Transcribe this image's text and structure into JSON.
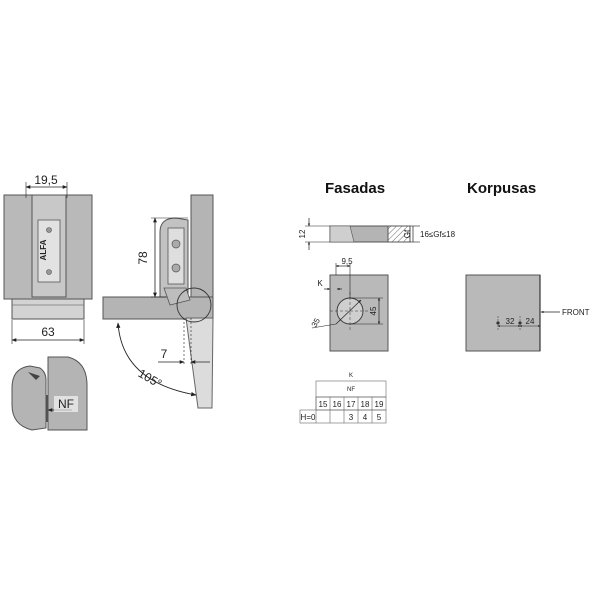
{
  "left_view": {
    "top_width": "19,5",
    "bottom_width": "63",
    "brand": "ALFA"
  },
  "side_view": {
    "height": "78",
    "offset": "7",
    "angle": "105°"
  },
  "nf_detail": {
    "label": "NF"
  },
  "fasadas": {
    "title": "Fasadas",
    "thickness": "12",
    "gf_label": "Gf",
    "gf_range": "16≤Gf≤18",
    "k_label": "K",
    "dim_95": "9,5",
    "dim_35": "35",
    "dim_45": "45"
  },
  "korpusas": {
    "title": "Korpusas",
    "front_label": "FRONT",
    "dim_32": "32",
    "dim_24": "24"
  },
  "table": {
    "k_label": "K",
    "nf_label": "NF",
    "row_label": "H=0",
    "k_values": [
      "15",
      "16",
      "17",
      "18",
      "19"
    ],
    "nf_values": [
      "",
      "",
      "3",
      "4",
      "5"
    ]
  }
}
